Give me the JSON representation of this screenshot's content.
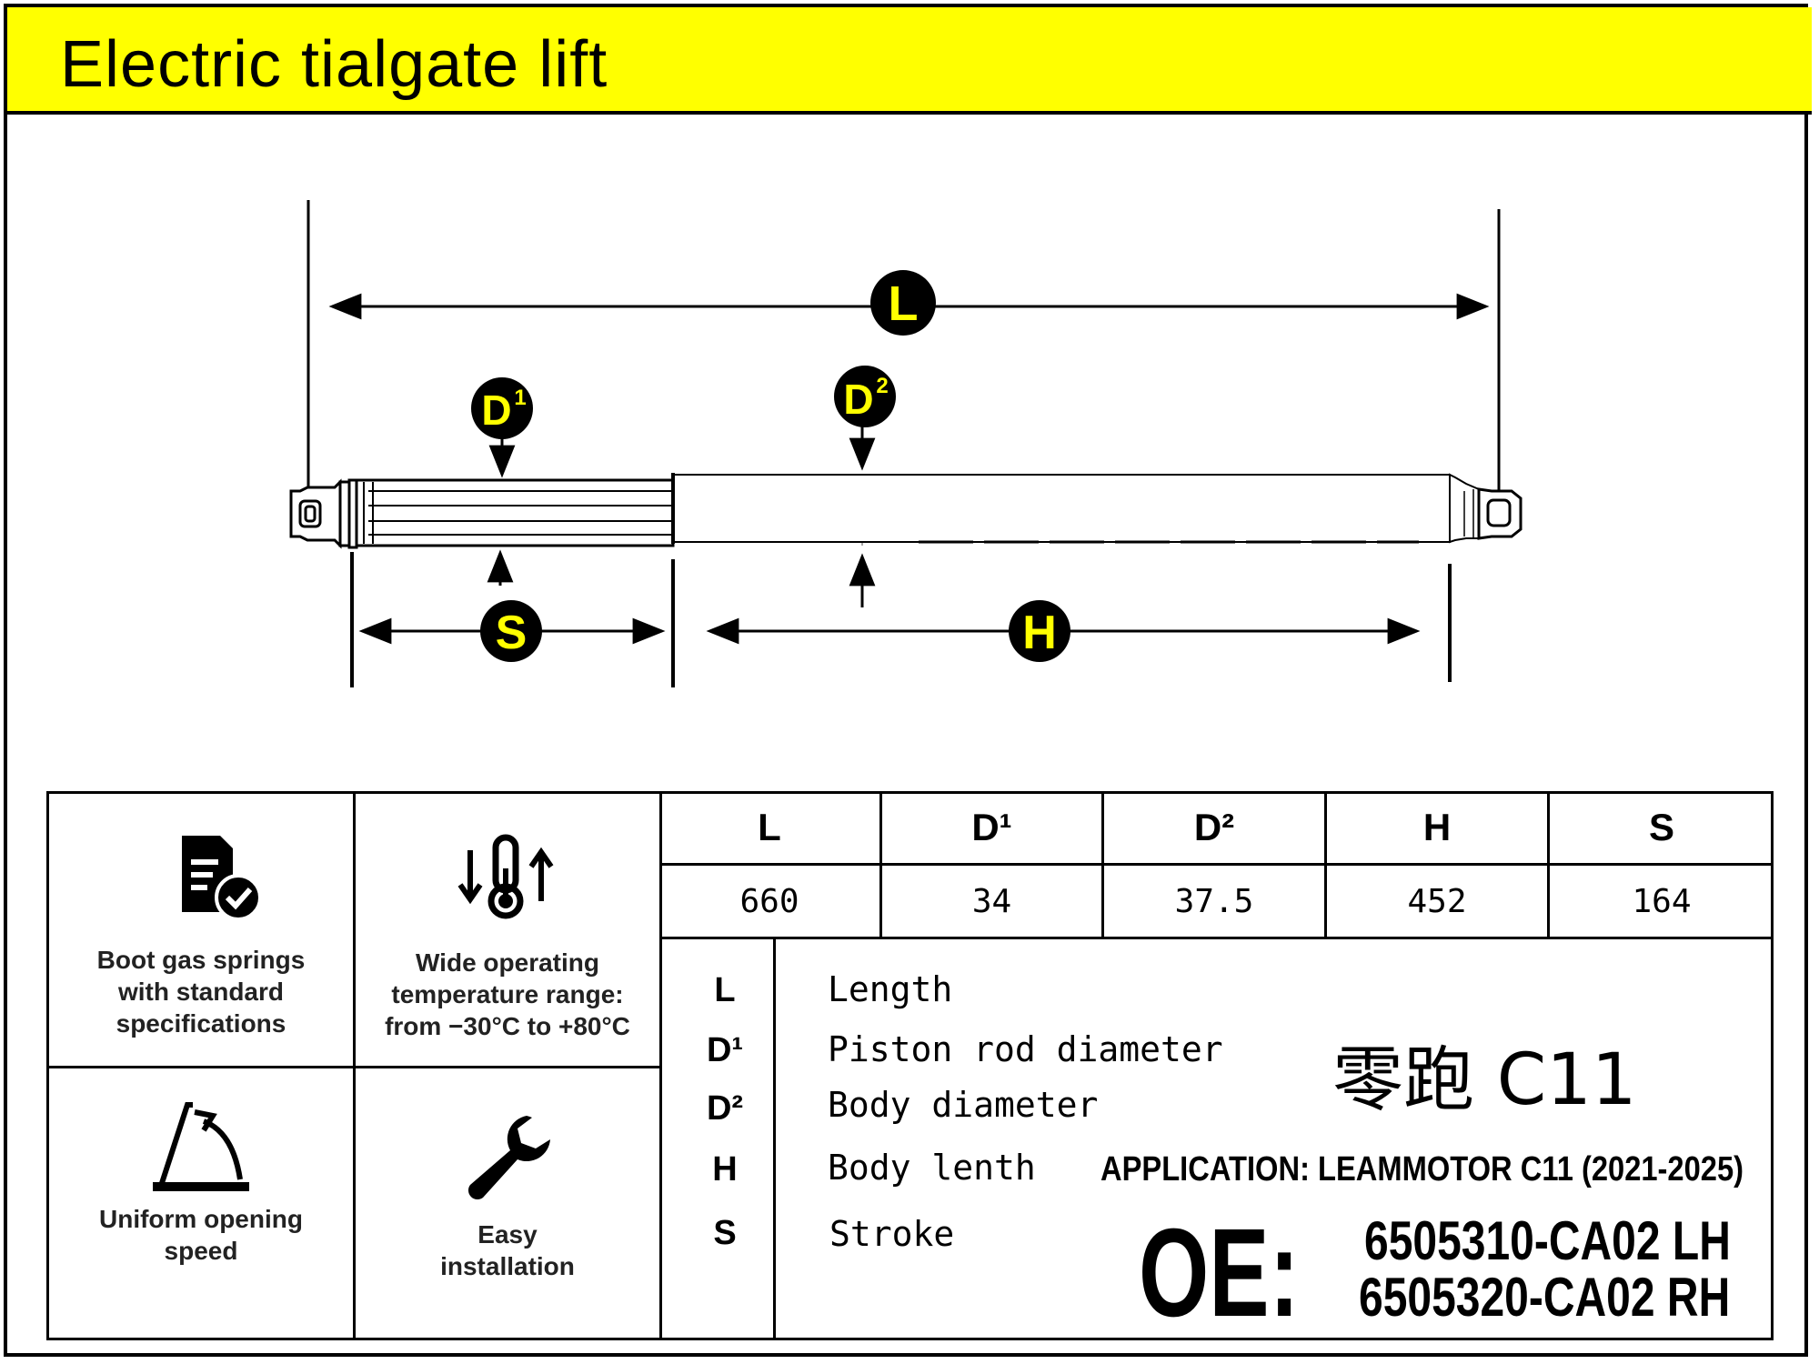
{
  "title": "Electric tialgate lift",
  "diagram": {
    "labels": {
      "L": "L",
      "D1": "D",
      "D1_sup": "1",
      "D2": "D",
      "D2_sup": "2",
      "H": "H",
      "S": "S"
    }
  },
  "features": [
    {
      "icon": "document-check-icon",
      "lines": [
        "Boot gas springs",
        "with standard",
        "specifications"
      ]
    },
    {
      "icon": "thermometer-icon",
      "lines": [
        "Wide operating",
        "temperature range:",
        "from −30°C to +80°C"
      ]
    },
    {
      "icon": "opening-angle-icon",
      "lines": [
        "Uniform opening",
        "speed"
      ]
    },
    {
      "icon": "wrench-icon",
      "lines": [
        "Easy",
        "installation"
      ]
    }
  ],
  "spec_table": {
    "headers": [
      "L",
      "D¹",
      "D²",
      "H",
      "S"
    ],
    "values": [
      "660",
      "34",
      "37.5",
      "452",
      "164"
    ]
  },
  "legend": [
    {
      "symbol": "L",
      "text": "Length"
    },
    {
      "symbol": "D¹",
      "text": "Piston rod diameter"
    },
    {
      "symbol": "D²",
      "text": "Body diameter"
    },
    {
      "symbol": "H",
      "text": "Body lenth"
    },
    {
      "symbol": "S",
      "text": "Stroke"
    }
  ],
  "model": "零跑 C11",
  "application": "APPLICATION: LEAMMOTOR C11 (2021-2025)",
  "oe": {
    "label": "OE:",
    "numbers": [
      "6505310-CA02 LH",
      "6505320-CA02 RH"
    ]
  }
}
